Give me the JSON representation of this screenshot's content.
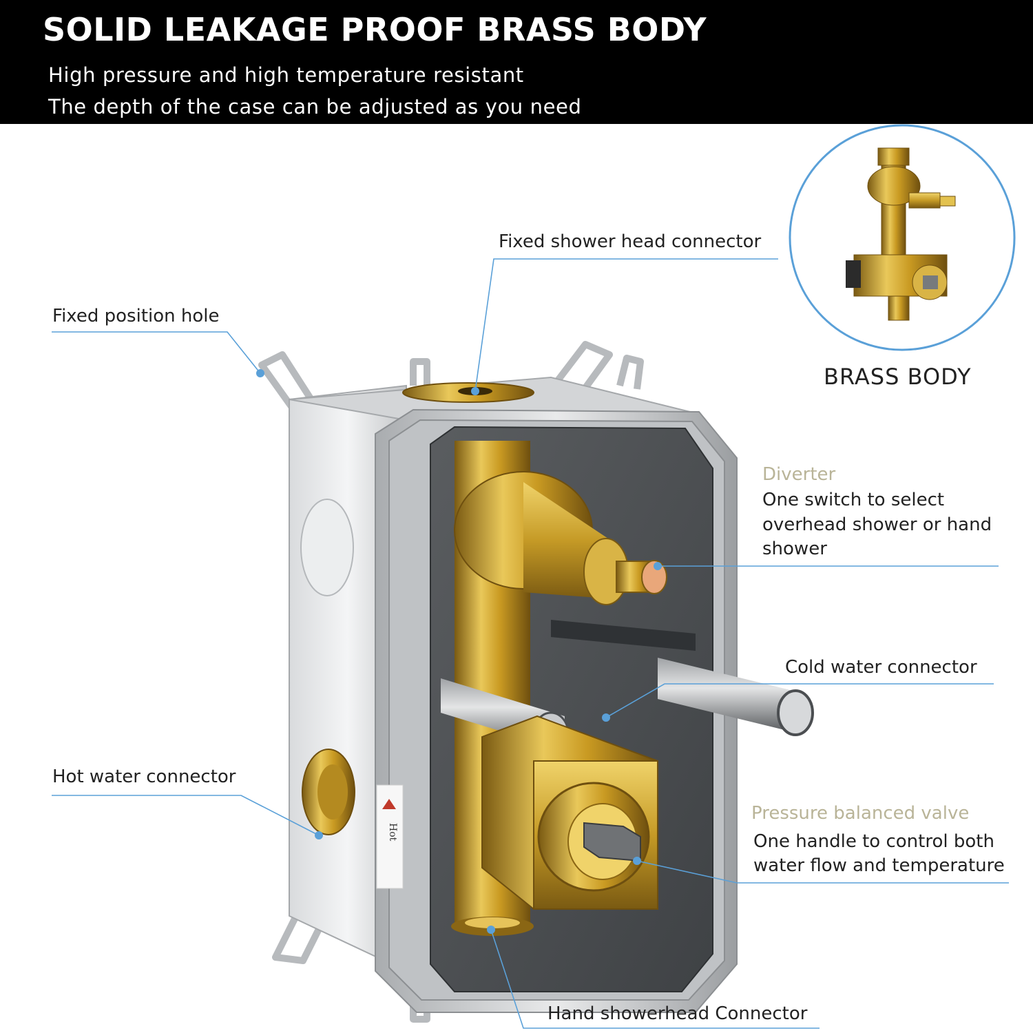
{
  "header": {
    "title": "SOLID LEAKAGE PROOF BRASS BODY",
    "line1": "High pressure and high temperature resistant",
    "line2": "The depth of the case can be adjusted as you need"
  },
  "inset": {
    "caption": "BRASS BODY"
  },
  "callouts": {
    "fixed_shower_head": "Fixed shower head connector",
    "fixed_position_hole": "Fixed position hole",
    "diverter_title": "Diverter",
    "diverter_line1": "One switch to select",
    "diverter_line2": "overhead shower or hand",
    "diverter_line3": "shower",
    "cold_water": "Cold water connector",
    "hot_water": "Hot water connector",
    "pressure_title": "Pressure balanced valve",
    "pressure_line1": "One handle to control both",
    "pressure_line2": "water flow and temperature",
    "hand_showerhead": "Hand showerhead Connector"
  },
  "box_marking": "Hot",
  "colors": {
    "leader_line": "#5aa0d8",
    "accent_text": "#b9b498",
    "brass": "#c9a227",
    "box_silver": "#c8cacc",
    "box_interior": "#4a4d50"
  }
}
